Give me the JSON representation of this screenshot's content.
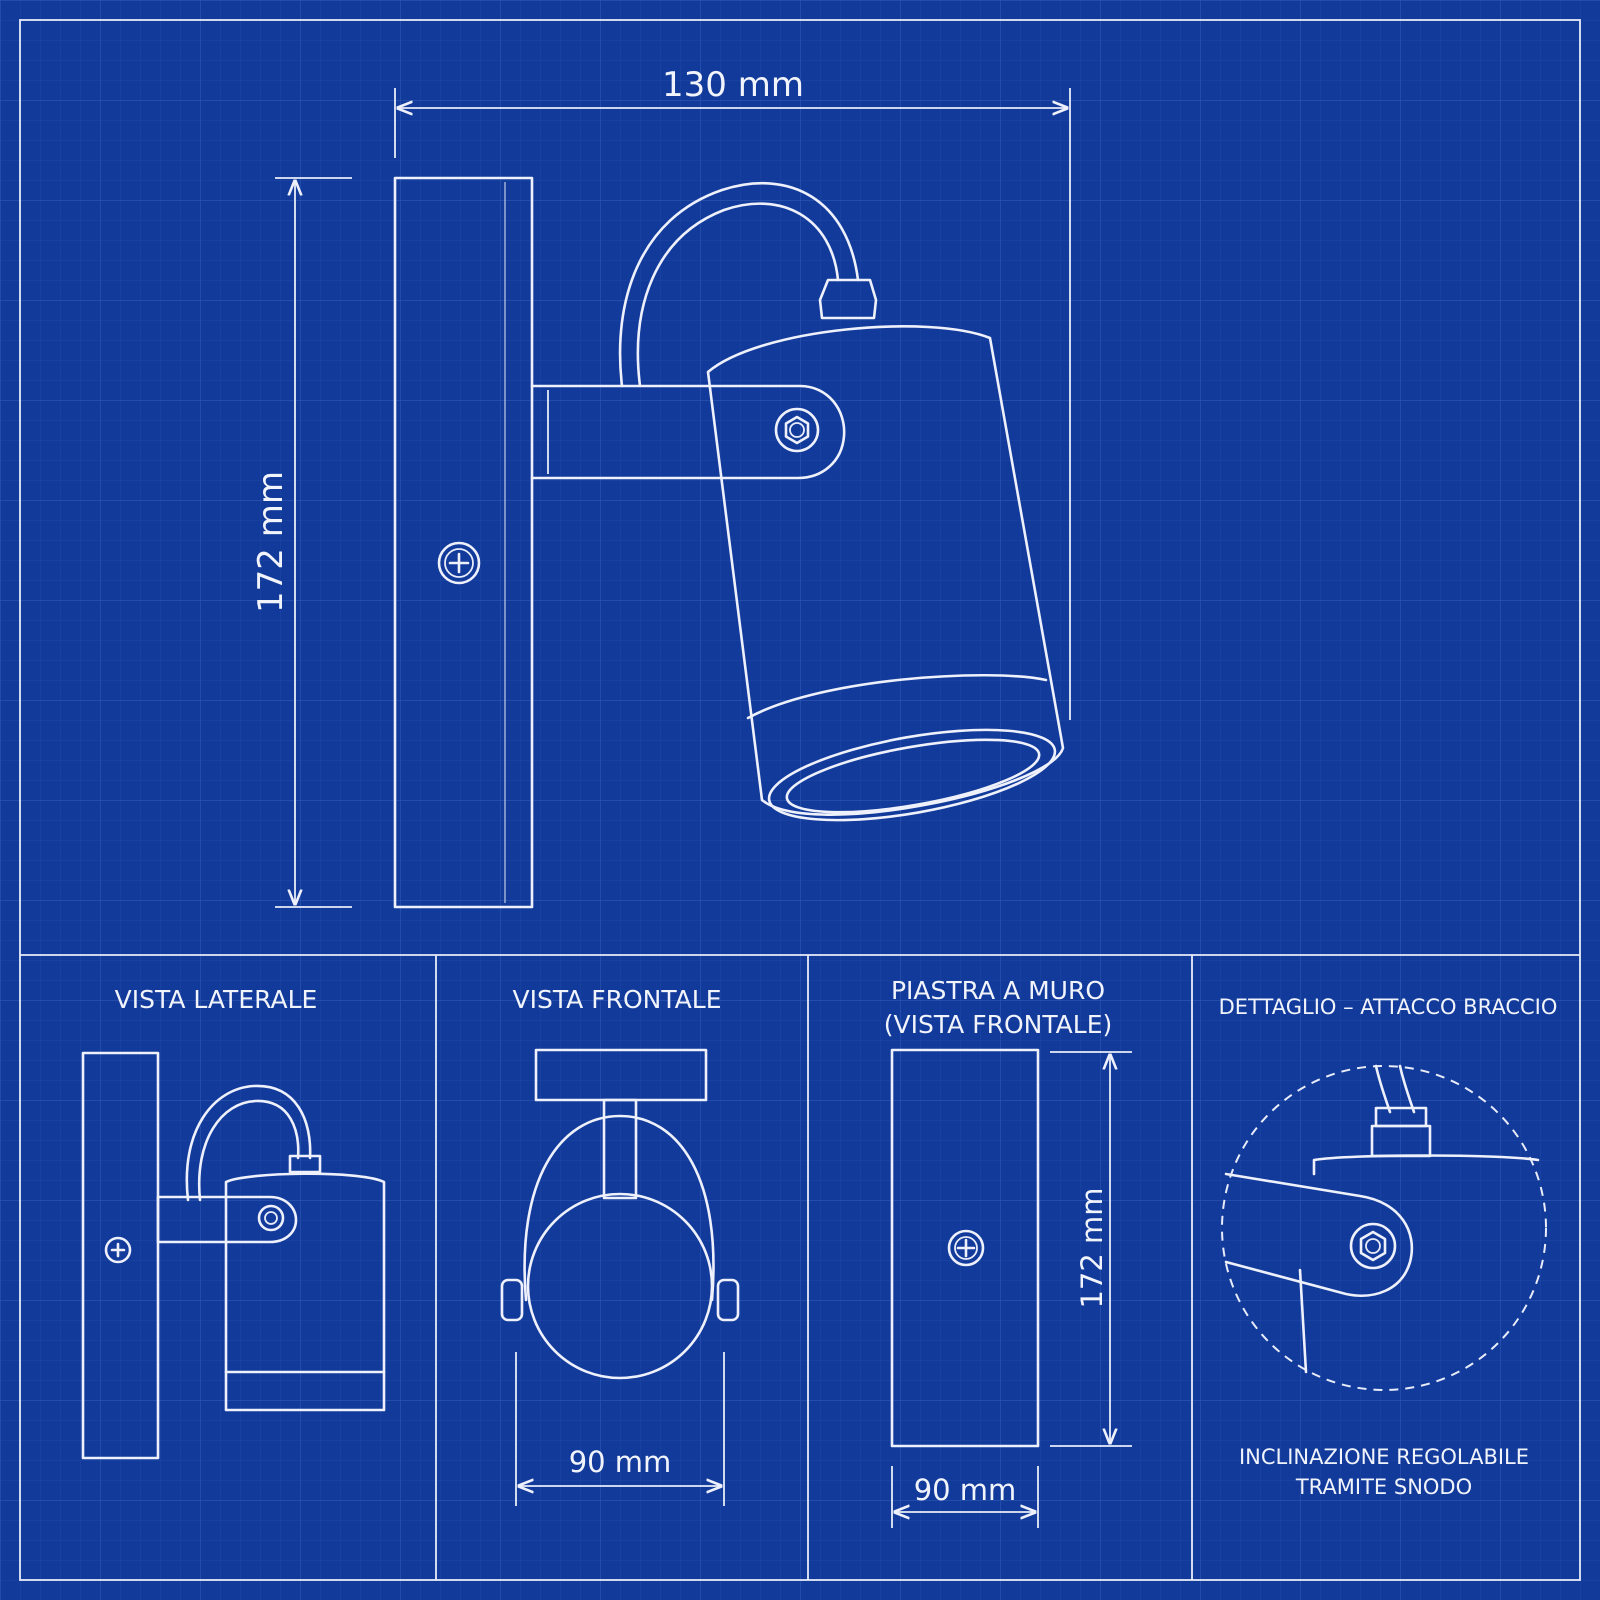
{
  "main_view": {
    "width_label": "130 mm",
    "height_label": "172 mm"
  },
  "panels": {
    "side": {
      "title": "VISTA LATERALE"
    },
    "front": {
      "title": "VISTA FRONTALE",
      "width_label": "90 mm"
    },
    "plate": {
      "title_line1": "PIASTRA A MURO",
      "title_line2": "(VISTA FRONTALE)",
      "width_label": "90 mm",
      "height_label": "172 mm"
    },
    "detail": {
      "title": "DETTAGLIO – ATTACCO BRACCIO",
      "note_line1": "INCLINAZIONE REGOLABILE",
      "note_line2": "TRAMITE SNODO"
    }
  },
  "colors": {
    "background": "#123a9a",
    "line": "#eef1fb",
    "grid": "#2a52ad"
  }
}
